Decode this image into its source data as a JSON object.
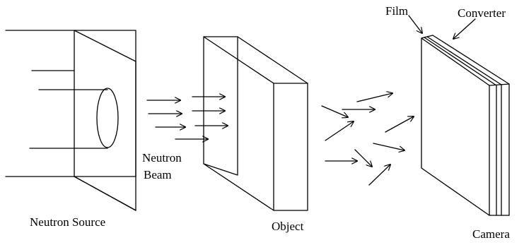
{
  "labels": {
    "neutron_source": "Neutron Source",
    "neutron_beam_line1": "Neutron",
    "neutron_beam_line2": "Beam",
    "object": "Object",
    "film": "Film",
    "converter": "Converter",
    "camera": "Camera"
  },
  "line_color": "#000000",
  "background_color": "#ffffff",
  "icons": [
    "arrow-icon"
  ]
}
